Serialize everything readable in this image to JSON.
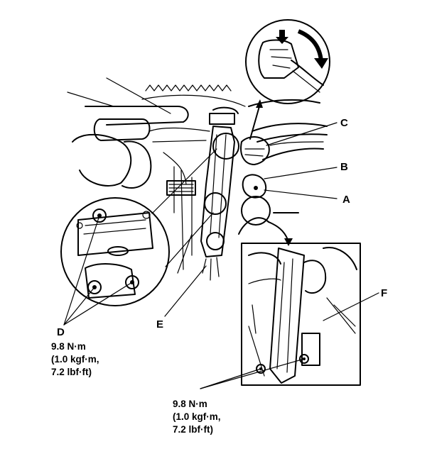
{
  "callouts": {
    "a": "A",
    "b": "B",
    "c": "C",
    "d": "D",
    "e": "E",
    "f": "F"
  },
  "torque_left": {
    "line1": "9.8 N·m",
    "line2": "(1.0 kgf·m,",
    "line3": "7.2 lbf·ft)"
  },
  "torque_bottom": {
    "line1": "9.8 N·m",
    "line2": "(1.0 kgf·m,",
    "line3": "7.2 lbf·ft)"
  },
  "colors": {
    "ink": "#000000",
    "paper": "#ffffff"
  }
}
